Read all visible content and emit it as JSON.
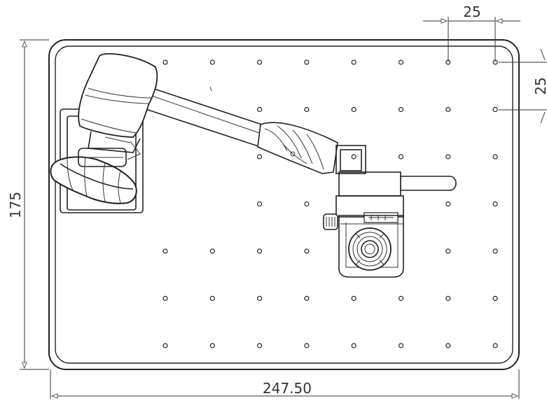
{
  "dimensions": {
    "width": "247.50",
    "height": "175",
    "hole_spacing_x": "25",
    "hole_spacing_y": "25"
  },
  "hole_grid": {
    "columns": 8,
    "rows": 7
  },
  "colors": {
    "line": "#222222",
    "dimension": "#333333",
    "background": "#ffffff"
  }
}
